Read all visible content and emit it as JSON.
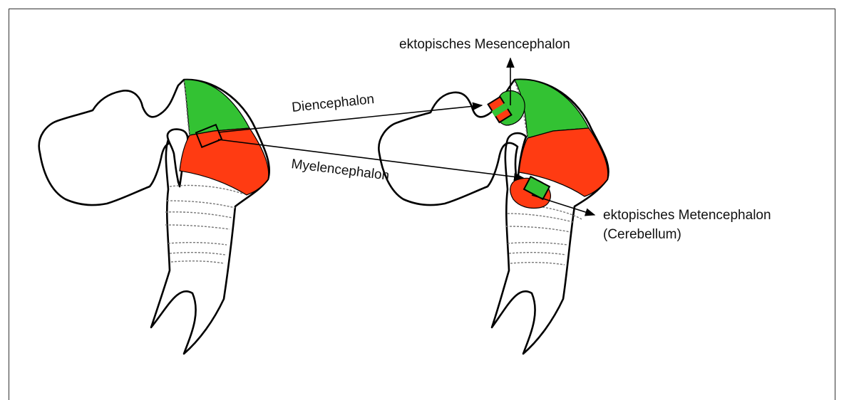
{
  "labels": {
    "mesencephalon": "ektopisches Mesencephalon",
    "diencephalon": "Diencephalon",
    "myelencephalon": "Myelencephalon",
    "metencephalon_line1": "ektopisches Metencephalon",
    "metencephalon_line2": "(Cerebellum)"
  },
  "colors": {
    "mesencephalon_green": "#33c233",
    "metencephalon_red": "#ff3b12",
    "outline": "#000000",
    "background": "#ffffff"
  }
}
